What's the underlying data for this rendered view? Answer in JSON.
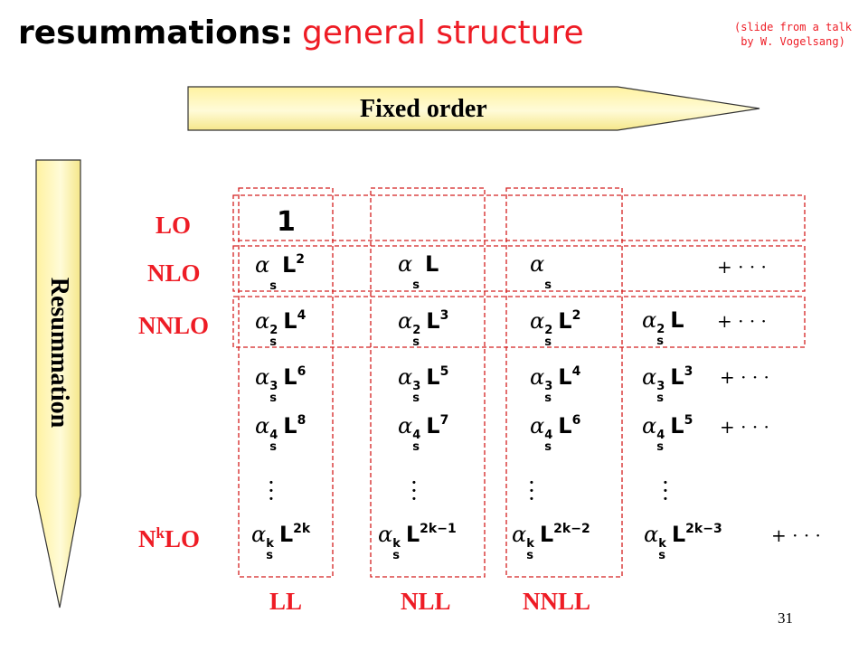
{
  "title": {
    "main": "resummations:",
    "sub": "general structure"
  },
  "credit": {
    "line1": "(slide from a talk",
    "line2": "by W. Vogelsang)"
  },
  "arrows": {
    "horizontal": "Fixed  order",
    "vertical": "Resummation"
  },
  "rows": {
    "lo": "LO",
    "nlo": "NLO",
    "nnlo": "NNLO",
    "nklo_base": "N",
    "nklo_sup": "k",
    "nklo_tail": "LO"
  },
  "columns": {
    "ll": "LL",
    "nll": "NLL",
    "nnll": "NNLL"
  },
  "cells": {
    "one": "1",
    "alpha": "α",
    "s": "s",
    "L": "L",
    "plus": "+ · · ·",
    "r1": [
      {
        "sup": "",
        "lexp": "2"
      },
      {
        "sup": "",
        "lexp": ""
      },
      {
        "sup": "",
        "lexp": "",
        "noL": true
      }
    ],
    "r2": [
      {
        "sup": "2",
        "lexp": "4"
      },
      {
        "sup": "2",
        "lexp": "3"
      },
      {
        "sup": "2",
        "lexp": "2"
      },
      {
        "sup": "2",
        "lexp": ""
      }
    ],
    "r3": [
      {
        "sup": "3",
        "lexp": "6"
      },
      {
        "sup": "3",
        "lexp": "5"
      },
      {
        "sup": "3",
        "lexp": "4"
      },
      {
        "sup": "3",
        "lexp": "3"
      }
    ],
    "r4": [
      {
        "sup": "4",
        "lexp": "8"
      },
      {
        "sup": "4",
        "lexp": "7"
      },
      {
        "sup": "4",
        "lexp": "6"
      },
      {
        "sup": "4",
        "lexp": "5"
      }
    ],
    "rk": [
      {
        "sup": "k",
        "lexp": "2k"
      },
      {
        "sup": "k",
        "lexp": "2k−1"
      },
      {
        "sup": "k",
        "lexp": "2k−2"
      },
      {
        "sup": "k",
        "lexp": "2k−3"
      }
    ]
  },
  "page_number": "31",
  "colors": {
    "accent_red": "#ee1c25",
    "arrow_fill": "#fff4a8",
    "frame_red": "#d42020"
  }
}
